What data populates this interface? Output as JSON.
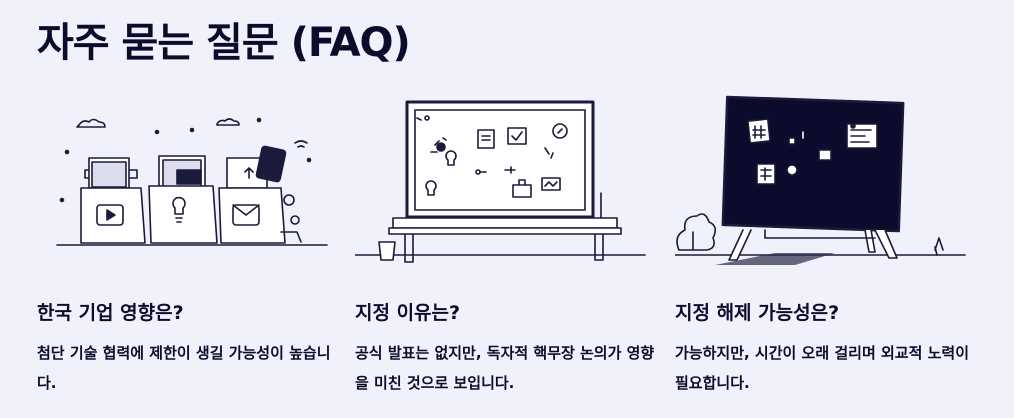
{
  "page": {
    "title": "자주 묻는 질문 (FAQ)"
  },
  "faq": [
    {
      "question": "한국 기업 영향은?",
      "answer": "첨단 기술 협력에 제한이 생길 가능성이 높습니다.",
      "illustration": "folders-icon"
    },
    {
      "question": "지정 이유는?",
      "answer": "공식 발표는 없지만, 독자적 핵무장 논의가 영향을 미친 것으로 보입니다.",
      "illustration": "whiteboard-icon"
    },
    {
      "question": "지정 해제 가능성은?",
      "answer": "가능하지만, 시간이 오래 걸리며 외교적 노력이 필요합니다.",
      "illustration": "blackboard-icon"
    }
  ]
}
